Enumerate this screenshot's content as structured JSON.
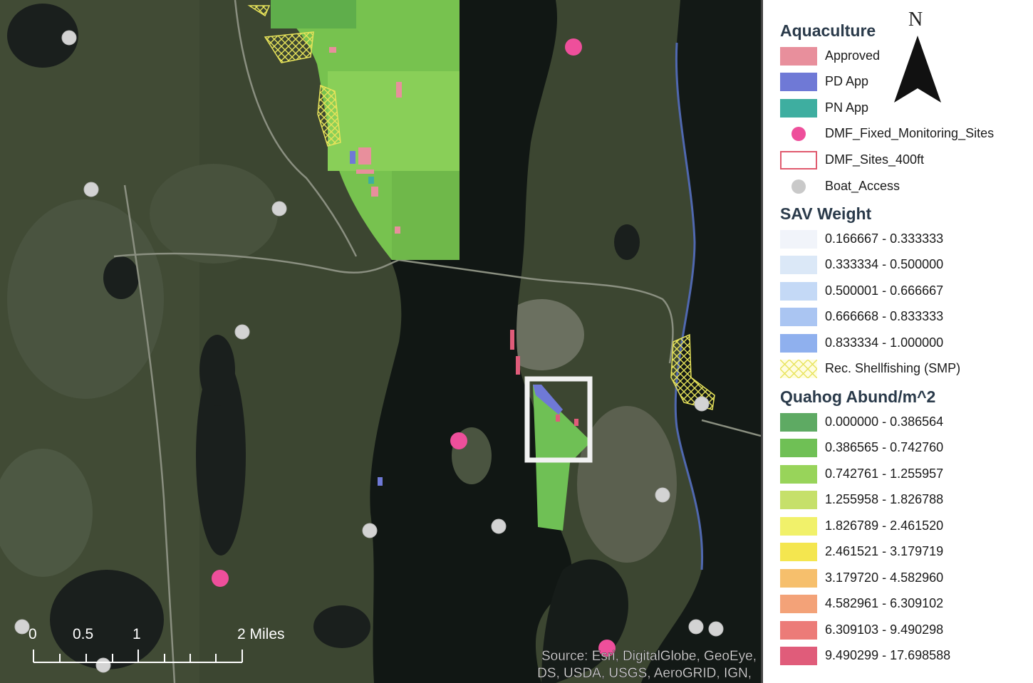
{
  "legend": {
    "aquaculture": {
      "title": "Aquaculture",
      "items": [
        {
          "label": "Approved",
          "color": "#e88f9c"
        },
        {
          "label": "PD App",
          "color": "#6f79d6"
        },
        {
          "label": "PN App",
          "color": "#3eaea0"
        },
        {
          "label": "DMF_Fixed_Monitoring_Sites",
          "color": "#ee4f9b"
        },
        {
          "label": "DMF_Sites_400ft",
          "color": "#e05a6e"
        },
        {
          "label": "Boat_Access",
          "color": "#c9c9c9"
        }
      ]
    },
    "sav": {
      "title": "SAV Weight",
      "items": [
        {
          "label": "0.166667 - 0.333333",
          "color": "#f1f4fa"
        },
        {
          "label": "0.333334 - 0.500000",
          "color": "#dbe8f7"
        },
        {
          "label": "0.500001 - 0.666667",
          "color": "#c4d9f6"
        },
        {
          "label": "0.666668 - 0.833333",
          "color": "#aac5f2"
        },
        {
          "label": "0.833334 - 1.000000",
          "color": "#8fb0ee"
        },
        {
          "label": "Rec. Shellfishing (SMP)",
          "color": "#f2ee86"
        }
      ]
    },
    "quahog": {
      "title": "Quahog Abund/m^2",
      "items": [
        {
          "label": "0.000000 - 0.386564",
          "color": "#5eaa63"
        },
        {
          "label": "0.386565 - 0.742760",
          "color": "#6fc055"
        },
        {
          "label": "0.742761 - 1.255957",
          "color": "#98d45a"
        },
        {
          "label": "1.255958 - 1.826788",
          "color": "#c6e06a"
        },
        {
          "label": "1.826789 - 2.461520",
          "color": "#f1f16a"
        },
        {
          "label": "2.461521 - 3.179719",
          "color": "#f4e64f"
        },
        {
          "label": "3.179720 - 4.582960",
          "color": "#f6bf6c"
        },
        {
          "label": "4.582961 - 6.309102",
          "color": "#f3a278"
        },
        {
          "label": "6.309103 - 9.490298",
          "color": "#ec7b78"
        },
        {
          "label": "9.490299 - 17.698588",
          "color": "#e05c7a"
        }
      ]
    },
    "north_letter": "N"
  },
  "map": {
    "scale_labels": [
      "0",
      "0.5",
      "1",
      "2 Miles"
    ],
    "source_line1": "Source: Esri, DigitalGlobe, GeoEye,",
    "source_line2": "DS, USDA, USGS, AeroGRID, IGN,"
  }
}
